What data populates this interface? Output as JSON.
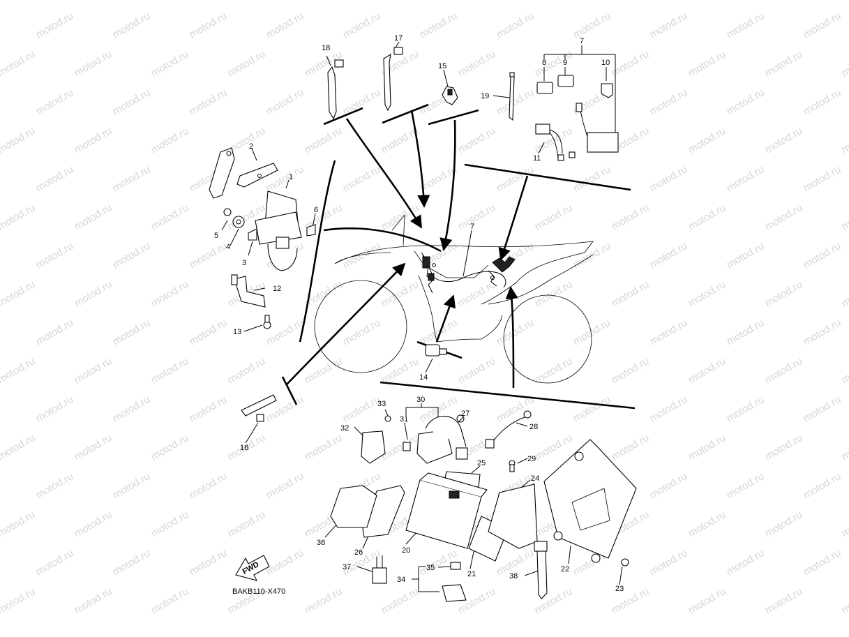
{
  "watermark": {
    "text": "motod.ru"
  },
  "diagram": {
    "code": "BAKB110-X470",
    "fwd_label": "FWD",
    "part_numbers": [
      "1",
      "2",
      "3",
      "4",
      "5",
      "6",
      "7",
      "8",
      "9",
      "10",
      "11",
      "12",
      "13",
      "14",
      "15",
      "16",
      "17",
      "18",
      "19",
      "20",
      "21",
      "22",
      "23",
      "24",
      "25",
      "26",
      "27",
      "28",
      "29",
      "30",
      "31",
      "32",
      "33",
      "34",
      "35",
      "36",
      "37",
      "38"
    ],
    "secondary_labels": {
      "7b": "7"
    }
  }
}
